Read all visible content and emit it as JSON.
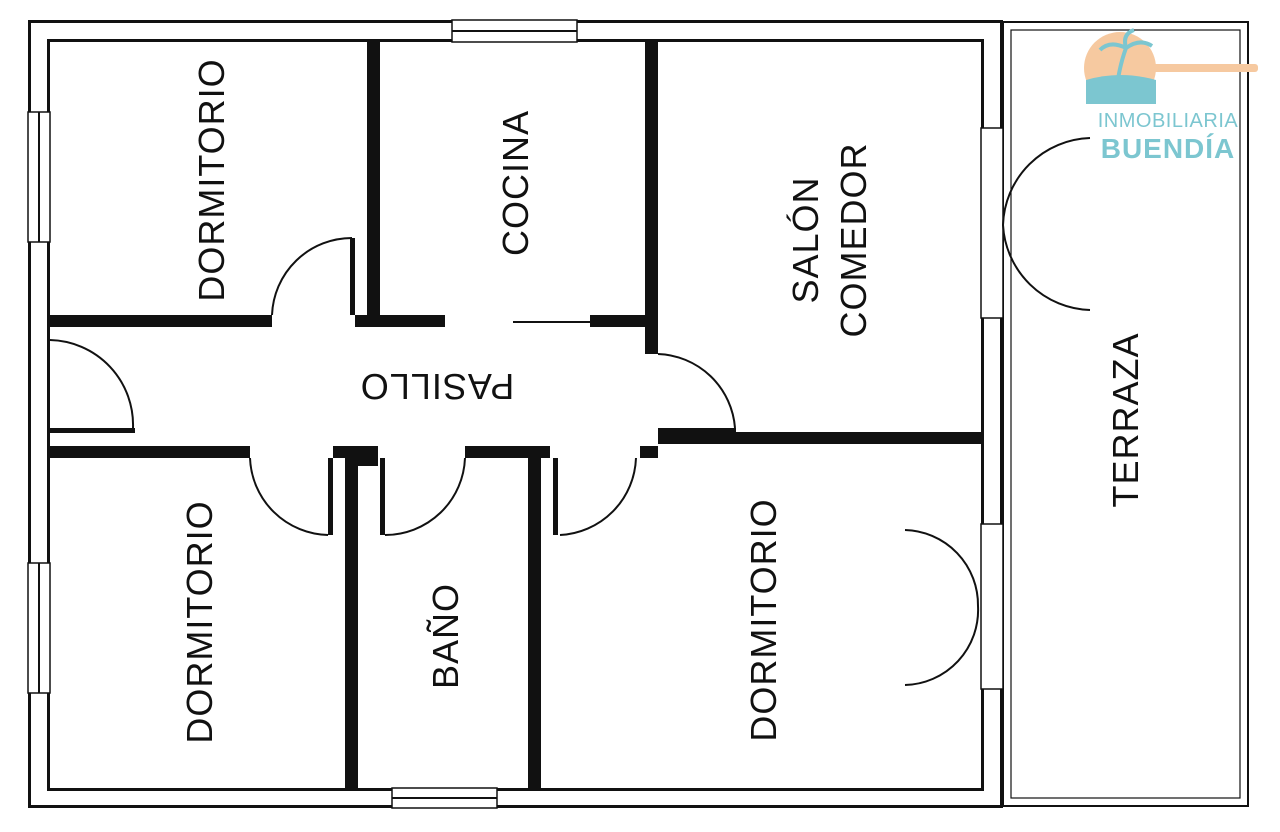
{
  "rooms": {
    "bedroom_top_left": "DORMITORIO",
    "kitchen": "COCINA",
    "living_dining_line1": "SALÓN",
    "living_dining_line2": "COMEDOR",
    "hallway": "PASILLO",
    "bedroom_bottom_left": "DORMITORIO",
    "bathroom": "BAÑO",
    "bedroom_bottom_right": "DORMITORIO",
    "terrace": "TERRAZA"
  },
  "logo": {
    "line1": "INMOBILIARIA",
    "line2": "BUENDÍA"
  },
  "colors": {
    "wall": "#111111",
    "logo_accent": "#7cc6d0",
    "logo_sun": "#f6c9a0"
  }
}
